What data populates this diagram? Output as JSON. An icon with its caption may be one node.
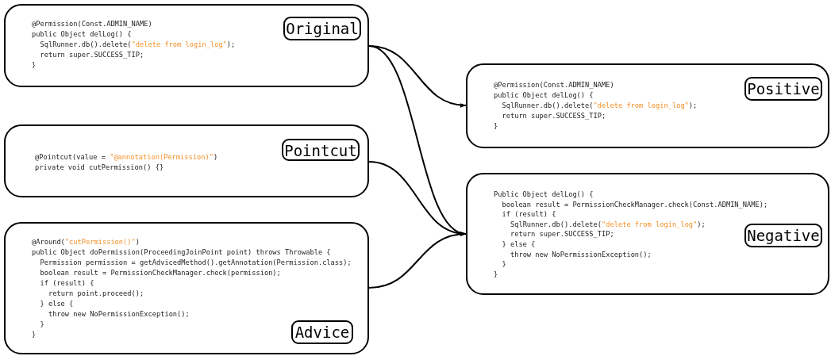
{
  "diagram": {
    "nodes": [
      {
        "text": [
          "@Permission(Const.ADMIN_NAME)",
          "public Object delLog() {",
          "SqlRunner.db().delete(\"delete from login_log\");",
          "return super.SUCCESS_TIP;",
          "}"
        ]
      },
      {
        "text": [
          "Original"
        ],
        "in": 0
      },
      {
        "text": [
          "@Pointcut(value = \"@annotation(Permission)\")",
          "private void cutPermission() {}"
        ]
      },
      {
        "text": [
          "Pointcut"
        ],
        "in": 2
      },
      {
        "text": [
          "@Around(\"cutPermission()\")",
          "public Object doPermission(ProceedingJoinPoint point) throws Throwable {",
          "Permission permission = getAdvicedMethod().getAnnotation(Permission.class);",
          "boolean result = PermissionCheckManager.check(permission);",
          "if (result) {",
          "return point.proceed();",
          "} else {",
          "throw new NoPermissionException();",
          "}",
          "}"
        ]
      },
      {
        "text": [
          "Advice"
        ],
        "in": 4
      },
      {
        "text": [
          "@Permission(Const.ADMIN_NAME)",
          "public Object delLog() {",
          "SqlRunner.db().delete(\"delete from login_log\");",
          "return super.SUCCESS_TIP;",
          "}"
        ]
      },
      {
        "text": [
          "Positive"
        ],
        "in": 6
      },
      {
        "text": [
          "Public Object delLog() {",
          "boolean result = PermissionCheckManager.check(Const.ADMIN_NAME);",
          "if (result) {",
          "SqlRunner.db().delete(\"delete from login_log\");",
          "return super.SUCCESS_TIP;",
          "} else {",
          "throw new NoPermissionException();",
          "}",
          "}"
        ]
      },
      {
        "text": [
          "Negative"
        ],
        "in": 8
      }
    ],
    "edges": [
      {
        "from": 0,
        "to": 6,
        "arrow": "to"
      },
      {
        "from": 0,
        "to": 8,
        "arrow": "to"
      },
      {
        "from": 2,
        "to": 8,
        "arrow": "to"
      },
      {
        "from": 4,
        "to": 8,
        "arrow": "to"
      }
    ]
  }
}
